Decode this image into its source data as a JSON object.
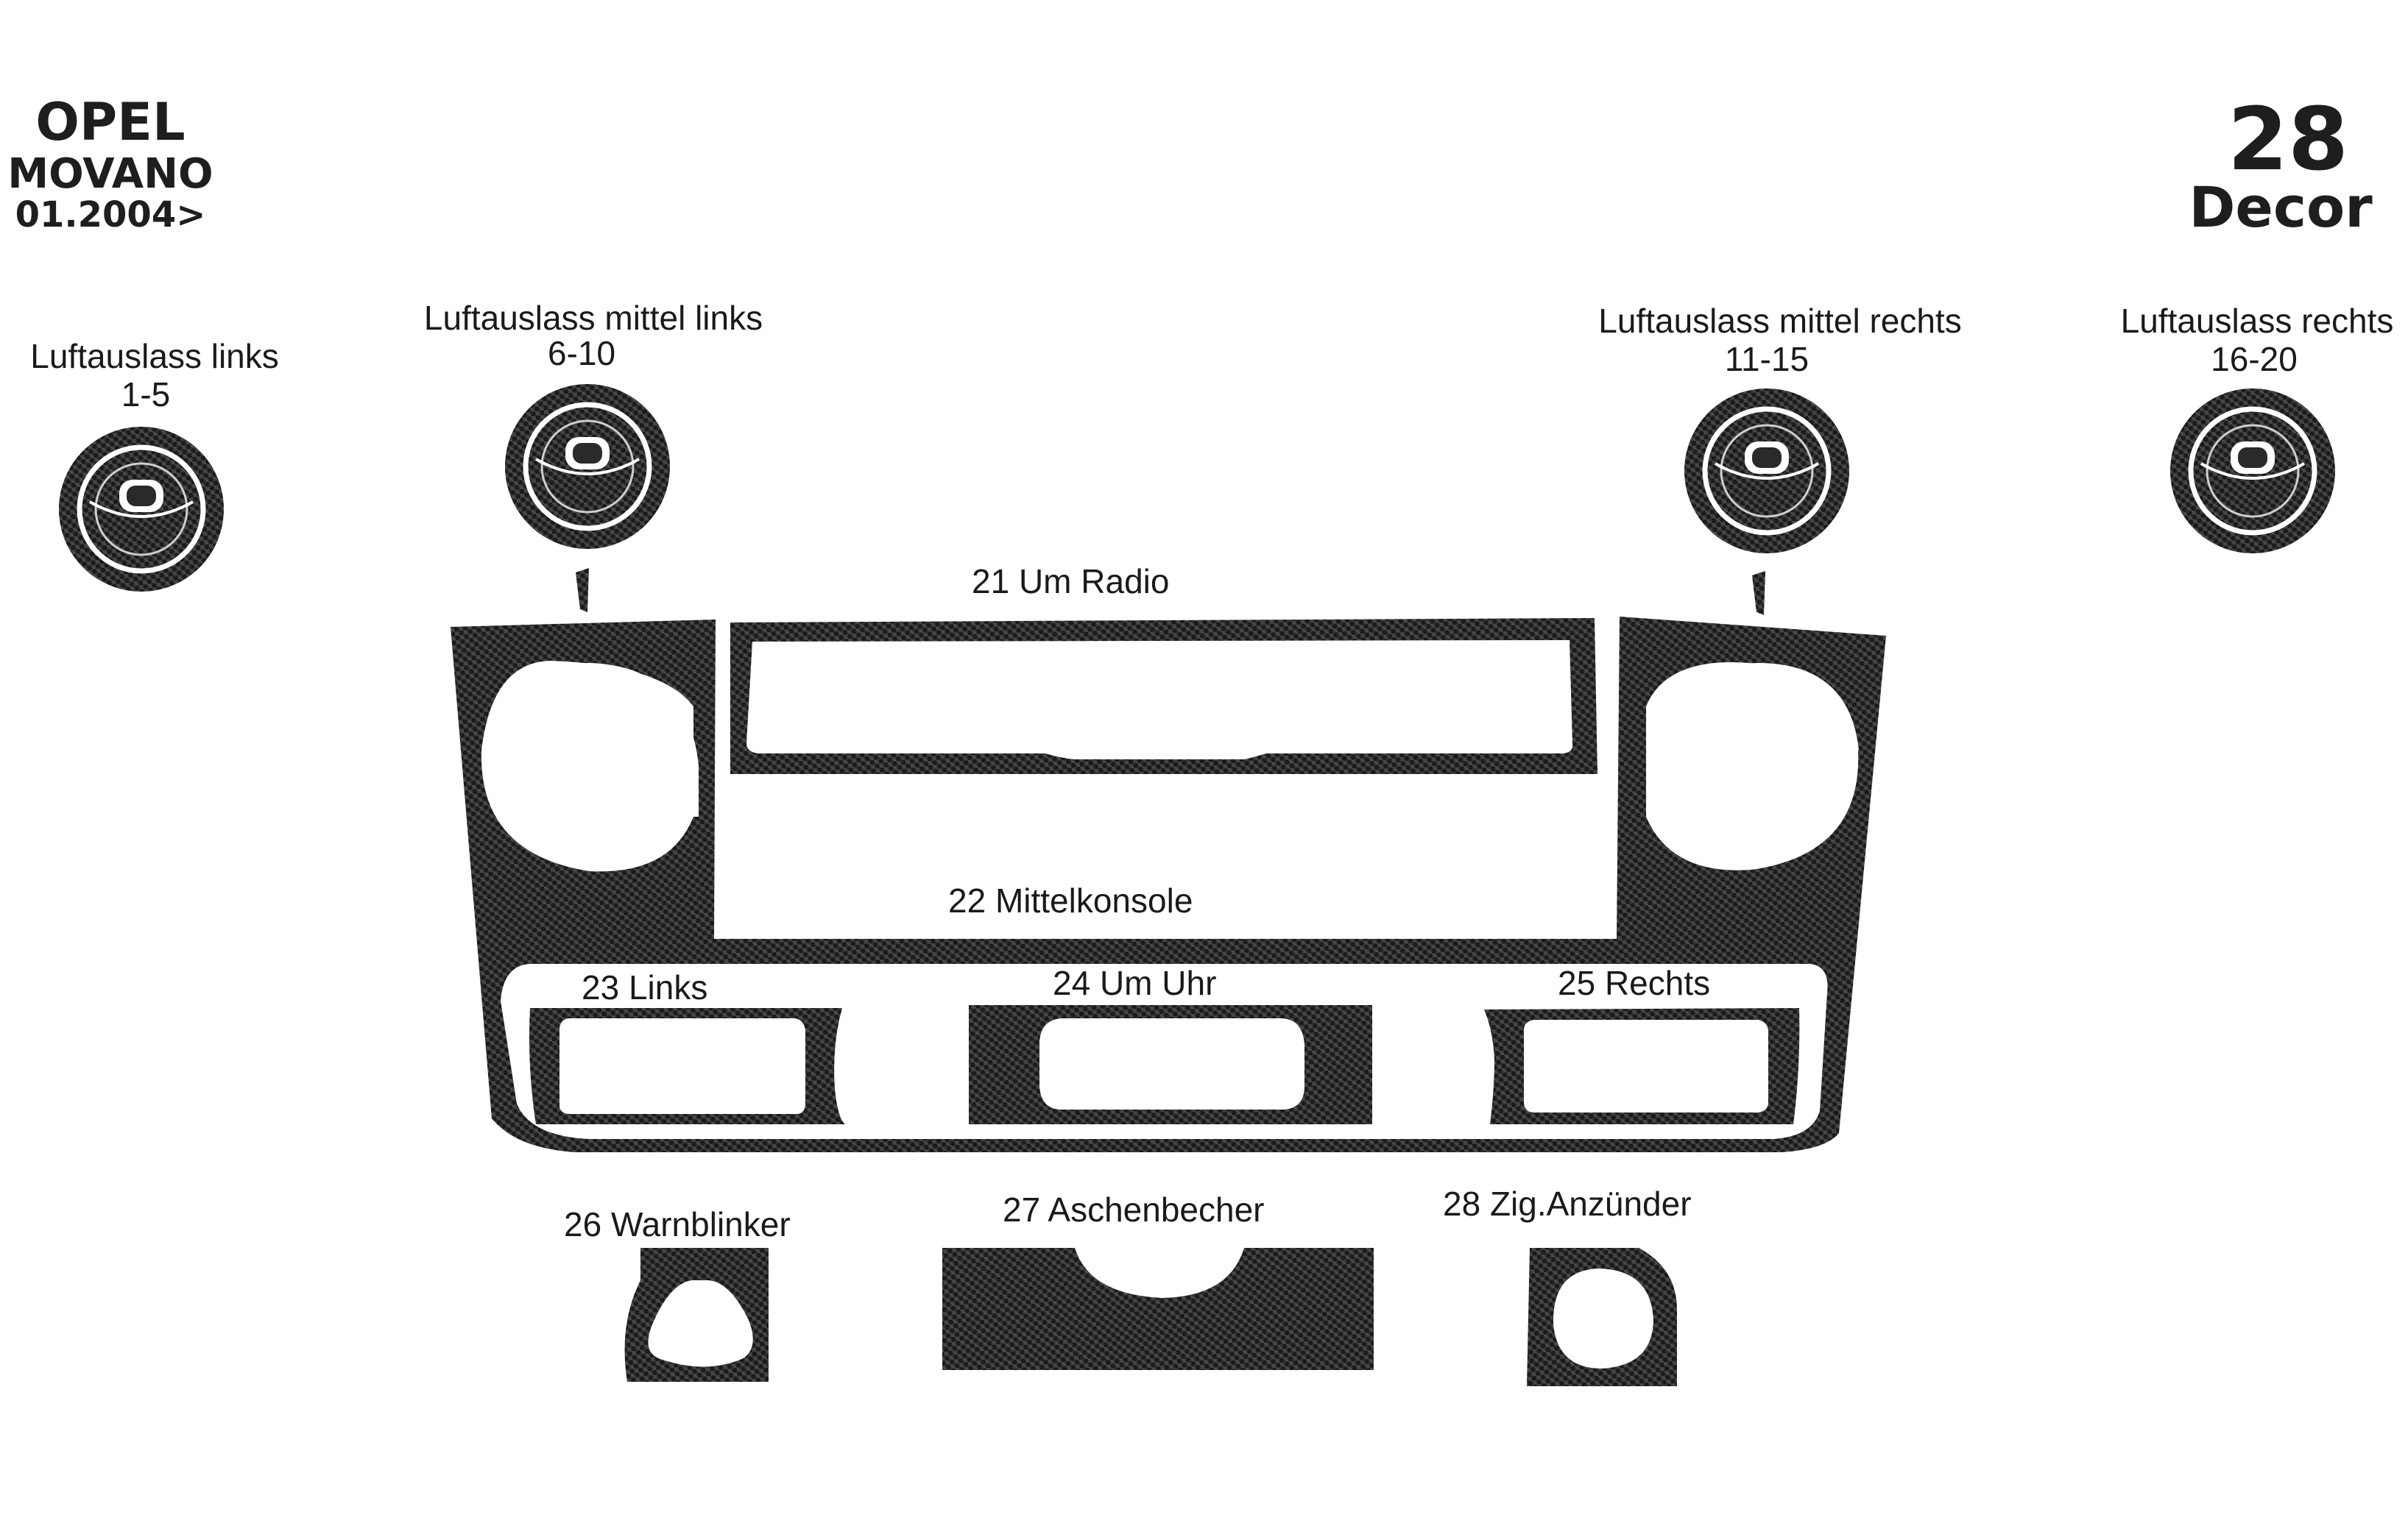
{
  "header": {
    "brand": "OPEL",
    "model": "MOVANO",
    "date": "01.2004>",
    "piece_count": "28",
    "kit_type": "Decor"
  },
  "vents": [
    {
      "name": "Luftauslass links",
      "range": "1-5"
    },
    {
      "name": "Luftauslass mittel links",
      "range": "6-10"
    },
    {
      "name": "Luftauslass mittel rechts",
      "range": "11-15"
    },
    {
      "name": "Luftauslass rechts",
      "range": "16-20"
    }
  ],
  "parts": {
    "p21": "21  Um Radio",
    "p22": "22 Mittelkonsole",
    "p23": "23 Links",
    "p24": "24 Um Uhr",
    "p25": "25 Rechts",
    "p26": "26 Warnblinker",
    "p27": "27  Aschenbecher",
    "p28": "28  Zig.Anzünder"
  },
  "colors": {
    "carbon_dark": "#1b1b1b",
    "carbon_light": "#4a4a4a",
    "background": "#ffffff"
  }
}
